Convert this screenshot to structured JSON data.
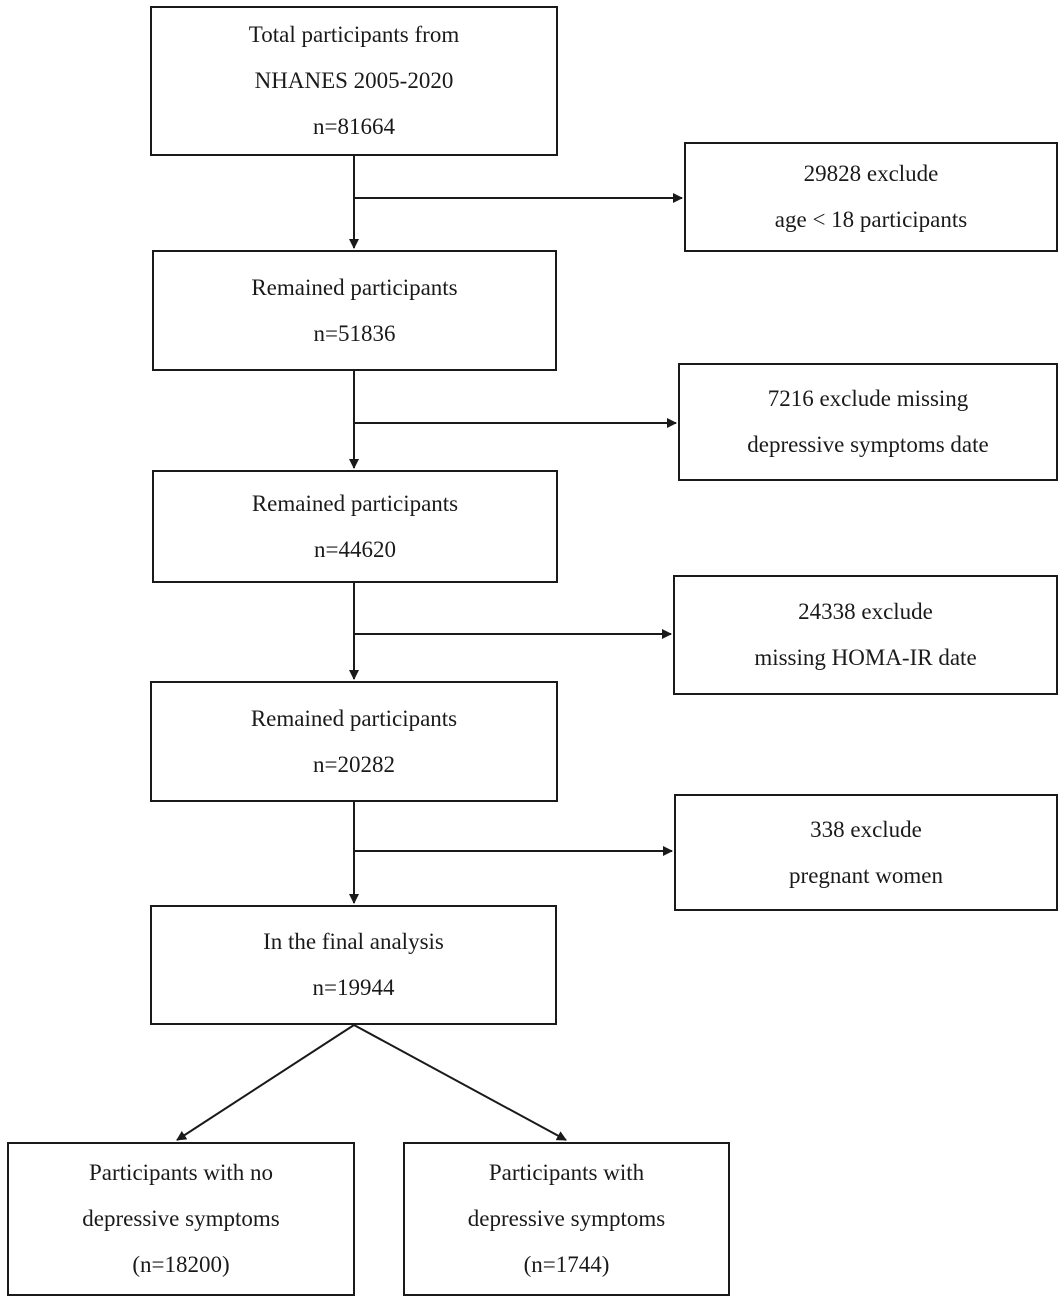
{
  "flowchart": {
    "main": [
      {
        "lines": [
          "Total participants from",
          "NHANES 2005-2020",
          "n=81664"
        ]
      },
      {
        "lines": [
          "Remained participants",
          "n=51836"
        ]
      },
      {
        "lines": [
          "Remained participants",
          "n=44620"
        ]
      },
      {
        "lines": [
          "Remained participants",
          "n=20282"
        ]
      },
      {
        "lines": [
          "In the final analysis",
          "n=19944"
        ]
      }
    ],
    "exclusions": [
      {
        "lines": [
          "29828 exclude",
          "age < 18 participants"
        ]
      },
      {
        "lines": [
          "7216 exclude missing",
          "depressive symptoms date"
        ]
      },
      {
        "lines": [
          "24338 exclude",
          "missing HOMA-IR date"
        ]
      },
      {
        "lines": [
          "338 exclude",
          "pregnant women"
        ]
      }
    ],
    "outcomes": [
      {
        "lines": [
          "Participants with no",
          "depressive symptoms",
          "(n=18200)"
        ]
      },
      {
        "lines": [
          "Participants with",
          "depressive symptoms",
          "(n=1744)"
        ]
      }
    ]
  }
}
